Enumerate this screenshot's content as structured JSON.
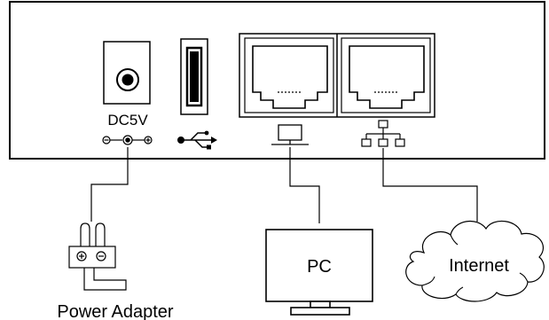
{
  "device": {
    "power_label": "DC5V"
  },
  "connections": {
    "power_adapter_label": "Power Adapter",
    "pc_label": "PC",
    "internet_label": "Internet"
  },
  "icons": {
    "power_polarity": "polarity-icon",
    "usb": "usb-icon",
    "lan": "computer-icon",
    "wan": "network-icon"
  },
  "colors": {
    "line": "#000000",
    "background": "#ffffff"
  }
}
